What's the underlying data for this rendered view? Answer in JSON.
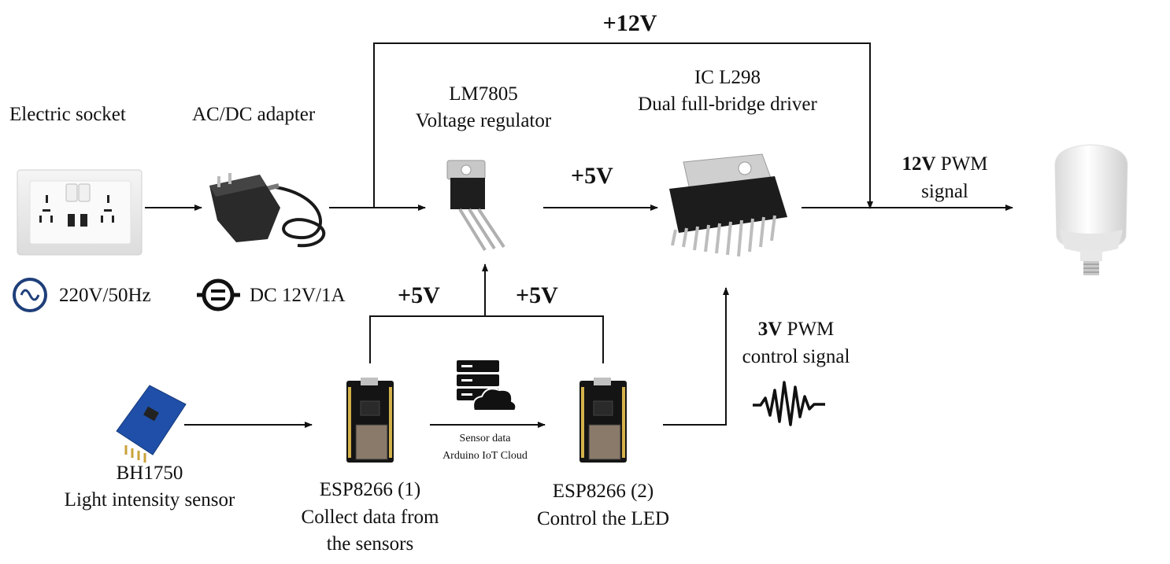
{
  "components": {
    "socket": {
      "title": "Electric socket",
      "spec": "220V/50Hz",
      "icon": "ac-sine-icon"
    },
    "adapter": {
      "title": "AC/DC adapter",
      "spec": "DC 12V/1A",
      "icon": "dc-symbol-icon"
    },
    "regulator": {
      "title": "LM7805",
      "subtitle": "Voltage regulator"
    },
    "driver": {
      "title": "IC L298",
      "subtitle": "Dual full-bridge driver"
    },
    "lamp": {
      "icon": "led-bulb-icon"
    },
    "sensor": {
      "title": "BH1750",
      "subtitle": "Light intensity sensor"
    },
    "esp1": {
      "title": "ESP8266 (1)",
      "line2": "Collect data from",
      "line3": "the sensors"
    },
    "esp2": {
      "title": "ESP8266 (2)",
      "line2": "Control the LED"
    },
    "cloud": {
      "line1": "Sensor data",
      "line2": "Arduino IoT Cloud",
      "icon": "server-cloud-icon"
    }
  },
  "voltages": {
    "v12": "+12V",
    "v5_reg_driver": "+5V",
    "v5_esp1": "+5V",
    "v5_esp2": "+5V"
  },
  "signals": {
    "out_bold": "12V",
    "out_rest": " PWM",
    "out_line2": "signal",
    "ctrl_bold": "3V",
    "ctrl_rest": " PWM",
    "ctrl_line2": "control signal",
    "ctrl_icon": "pwm-wave-icon"
  }
}
